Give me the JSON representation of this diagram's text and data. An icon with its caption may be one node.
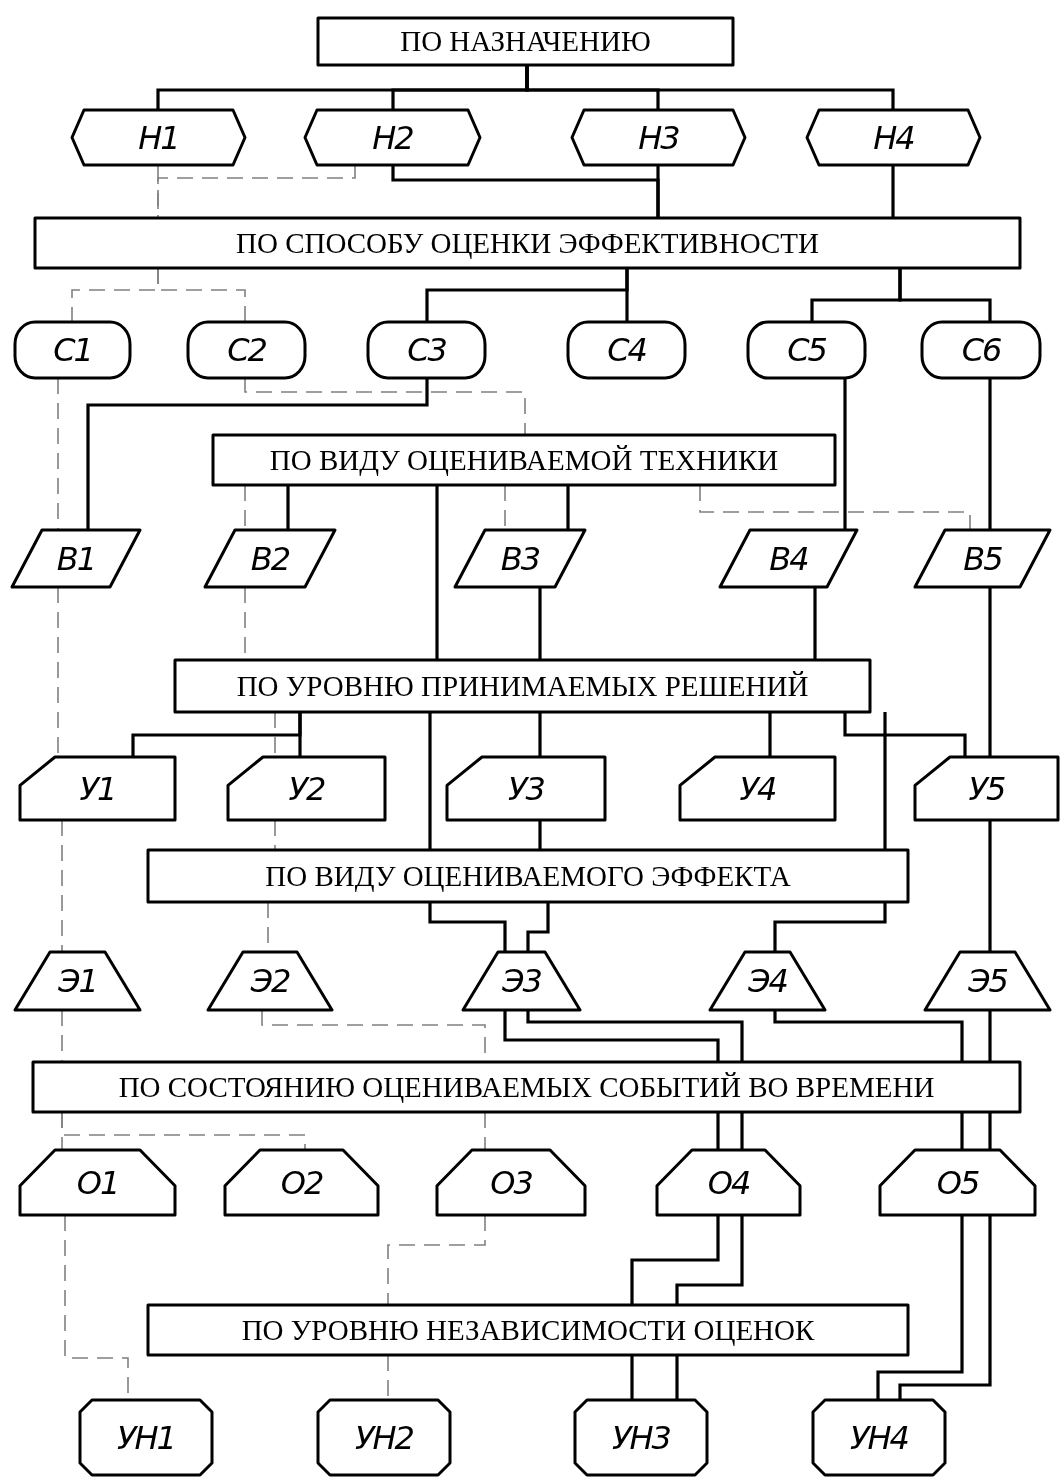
{
  "diagram": {
    "nodes": [
      {
        "text": [
          "ПО НАЗНАЧЕНИЮ"
        ]
      },
      {
        "text": [
          "Н1"
        ]
      },
      {
        "text": [
          "Н2"
        ]
      },
      {
        "text": [
          "Н3"
        ]
      },
      {
        "text": [
          "Н4"
        ]
      },
      {
        "text": [
          "ПО СПОСОБУ ОЦЕНКИ ЭФФЕКТИВНОСТИ"
        ]
      },
      {
        "text": [
          "С1"
        ]
      },
      {
        "text": [
          "С2"
        ]
      },
      {
        "text": [
          "С3"
        ]
      },
      {
        "text": [
          "С4"
        ]
      },
      {
        "text": [
          "С5"
        ]
      },
      {
        "text": [
          "С6"
        ]
      },
      {
        "text": [
          "ПО ВИДУ ОЦЕНИВАЕМОЙ ТЕХНИКИ"
        ]
      },
      {
        "text": [
          "В1"
        ]
      },
      {
        "text": [
          "В2"
        ]
      },
      {
        "text": [
          "В3"
        ]
      },
      {
        "text": [
          "В4"
        ]
      },
      {
        "text": [
          "В5"
        ]
      },
      {
        "text": [
          "ПО УРОВНЮ ПРИНИМАЕМЫХ РЕШЕНИЙ"
        ]
      },
      {
        "text": [
          "У1"
        ]
      },
      {
        "text": [
          "У2"
        ]
      },
      {
        "text": [
          "У3"
        ]
      },
      {
        "text": [
          "У4"
        ]
      },
      {
        "text": [
          "У5"
        ]
      },
      {
        "text": [
          "ПО ВИДУ ОЦЕНИВАЕМОГО ЭФФЕКТА"
        ]
      },
      {
        "text": [
          "Э1"
        ]
      },
      {
        "text": [
          "Э2"
        ]
      },
      {
        "text": [
          "Э3"
        ]
      },
      {
        "text": [
          "Э4"
        ]
      },
      {
        "text": [
          "Э5"
        ]
      },
      {
        "text": [
          "ПО СОСТОЯНИЮ ОЦЕНИВАЕМЫХ СОБЫТИЙ ВО ВРЕМЕНИ"
        ]
      },
      {
        "text": [
          "О1"
        ]
      },
      {
        "text": [
          "О2"
        ]
      },
      {
        "text": [
          "О3"
        ]
      },
      {
        "text": [
          "О4"
        ]
      },
      {
        "text": [
          "О5"
        ]
      },
      {
        "text": [
          "ПО УРОВНЮ НЕЗАВИСИМОСТИ ОЦЕНОК"
        ]
      },
      {
        "text": [
          "УН1"
        ]
      },
      {
        "text": [
          "УН2"
        ]
      },
      {
        "text": [
          "УН3"
        ]
      },
      {
        "text": [
          "УН4"
        ]
      }
    ],
    "edges": [
      {
        "from": 0,
        "to": 1,
        "arrow": "none"
      },
      {
        "from": 0,
        "to": 2,
        "arrow": "none"
      },
      {
        "from": 0,
        "to": 3,
        "arrow": "none"
      },
      {
        "from": 0,
        "to": 4,
        "arrow": "none"
      },
      {
        "from": 2,
        "to": 5,
        "arrow": "none"
      },
      {
        "from": 3,
        "to": 5,
        "arrow": "none"
      },
      {
        "from": 4,
        "to": 5,
        "arrow": "none"
      },
      {
        "from": 1,
        "to": 5,
        "arrow": "none",
        "style": "dashed",
        "color": "#808080"
      },
      {
        "from": 2,
        "to": 5,
        "arrow": "none",
        "style": "dashed",
        "color": "#808080"
      },
      {
        "from": 5,
        "to": 6,
        "arrow": "none",
        "style": "dashed",
        "color": "#808080"
      },
      {
        "from": 5,
        "to": 7,
        "arrow": "none",
        "style": "dashed",
        "color": "#808080"
      },
      {
        "from": 5,
        "to": 8,
        "arrow": "none"
      },
      {
        "from": 5,
        "to": 9,
        "arrow": "none"
      },
      {
        "from": 5,
        "to": 10,
        "arrow": "none"
      },
      {
        "from": 5,
        "to": 11,
        "arrow": "none"
      },
      {
        "from": 8,
        "to": 13,
        "arrow": "none"
      },
      {
        "from": 7,
        "to": 12,
        "arrow": "none",
        "style": "dashed",
        "color": "#808080"
      },
      {
        "from": 6,
        "to": 13,
        "arrow": "none",
        "style": "dashed",
        "color": "#808080"
      },
      {
        "from": 10,
        "to": 16,
        "arrow": "none"
      },
      {
        "from": 11,
        "to": 17,
        "arrow": "none"
      },
      {
        "from": 12,
        "to": 14,
        "arrow": "none"
      },
      {
        "from": 12,
        "to": 15,
        "arrow": "none"
      },
      {
        "from": 12,
        "to": 14,
        "arrow": "none",
        "style": "dashed",
        "color": "#808080"
      },
      {
        "from": 12,
        "to": 15,
        "arrow": "none",
        "style": "dashed",
        "color": "#808080"
      },
      {
        "from": 12,
        "to": 17,
        "arrow": "none",
        "style": "dashed",
        "color": "#808080"
      },
      {
        "from": 12,
        "to": 18,
        "arrow": "none"
      },
      {
        "from": 15,
        "to": 18,
        "arrow": "none"
      },
      {
        "from": 16,
        "to": 18,
        "arrow": "none"
      },
      {
        "from": 13,
        "to": 19,
        "arrow": "none",
        "style": "dashed",
        "color": "#808080"
      },
      {
        "from": 14,
        "to": 18,
        "arrow": "none",
        "style": "dashed",
        "color": "#808080"
      },
      {
        "from": 18,
        "to": 19,
        "arrow": "none"
      },
      {
        "from": 18,
        "to": 20,
        "arrow": "none"
      },
      {
        "from": 18,
        "to": 20,
        "arrow": "none",
        "style": "dashed",
        "color": "#808080"
      },
      {
        "from": 18,
        "to": 21,
        "arrow": "none"
      },
      {
        "from": 18,
        "to": 22,
        "arrow": "none"
      },
      {
        "from": 18,
        "to": 23,
        "arrow": "none"
      },
      {
        "from": 17,
        "to": 23,
        "arrow": "none"
      },
      {
        "from": 18,
        "to": 24,
        "arrow": "none"
      },
      {
        "from": 18,
        "to": 24,
        "arrow": "none"
      },
      {
        "from": 21,
        "to": 24,
        "arrow": "none"
      },
      {
        "from": 20,
        "to": 24,
        "arrow": "none",
        "style": "dashed",
        "color": "#808080"
      },
      {
        "from": 24,
        "to": 27,
        "arrow": "none"
      },
      {
        "from": 24,
        "to": 27,
        "arrow": "none"
      },
      {
        "from": 24,
        "to": 28,
        "arrow": "none"
      },
      {
        "from": 23,
        "to": 29,
        "arrow": "none"
      },
      {
        "from": 24,
        "to": 26,
        "arrow": "none",
        "style": "dashed",
        "color": "#808080"
      },
      {
        "from": 19,
        "to": 25,
        "arrow": "none",
        "style": "dashed",
        "color": "#808080"
      },
      {
        "from": 25,
        "to": 30,
        "arrow": "none",
        "style": "dashed",
        "color": "#808080"
      },
      {
        "from": 26,
        "to": 30,
        "arrow": "none",
        "style": "dashed",
        "color": "#808080"
      },
      {
        "from": 27,
        "to": 30,
        "arrow": "none"
      },
      {
        "from": 27,
        "to": 30,
        "arrow": "none"
      },
      {
        "from": 28,
        "to": 30,
        "arrow": "none"
      },
      {
        "from": 29,
        "to": 30,
        "arrow": "none"
      },
      {
        "from": 30,
        "to": 31,
        "arrow": "none",
        "style": "dashed",
        "color": "#808080"
      },
      {
        "from": 30,
        "to": 32,
        "arrow": "none",
        "style": "dashed",
        "color": "#808080"
      },
      {
        "from": 30,
        "to": 33,
        "arrow": "none",
        "style": "dashed",
        "color": "#808080"
      },
      {
        "from": 30,
        "to": 34,
        "arrow": "none"
      },
      {
        "from": 30,
        "to": 34,
        "arrow": "none"
      },
      {
        "from": 30,
        "to": 35,
        "arrow": "none"
      },
      {
        "from": 30,
        "to": 35,
        "arrow": "none"
      },
      {
        "from": 31,
        "to": 37,
        "arrow": "none",
        "style": "dashed",
        "color": "#808080"
      },
      {
        "from": 33,
        "to": 36,
        "arrow": "none",
        "style": "dashed",
        "color": "#808080"
      },
      {
        "from": 36,
        "to": 38,
        "arrow": "none",
        "style": "dashed",
        "color": "#808080"
      },
      {
        "from": 34,
        "to": 36,
        "arrow": "none"
      },
      {
        "from": 34,
        "to": 36,
        "arrow": "none"
      },
      {
        "from": 36,
        "to": 39,
        "arrow": "none"
      },
      {
        "from": 36,
        "to": 39,
        "arrow": "none"
      },
      {
        "from": 35,
        "to": 40,
        "arrow": "none"
      },
      {
        "from": 35,
        "to": 40,
        "arrow": "none"
      }
    ]
  }
}
